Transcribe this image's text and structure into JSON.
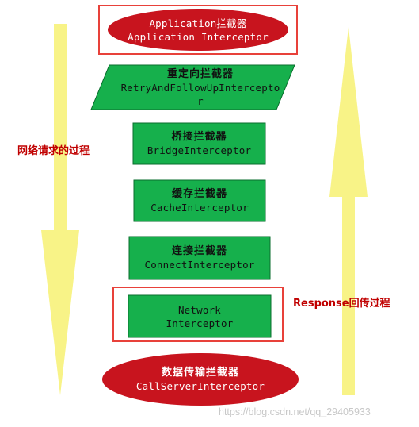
{
  "colors": {
    "green": "#16b04c",
    "green_border": "#0a6e2e",
    "crimson": "#c8141e",
    "highlight_frame": "#e8413a",
    "arrow_fill": "#f7f27a",
    "label_red": "#c00000"
  },
  "labels": {
    "request": "网络请求的过程",
    "response": "Response回传过程"
  },
  "nodes": {
    "application": {
      "cn": "Application拦截器",
      "en": "Application Interceptor"
    },
    "retry": {
      "cn": "重定向拦截器",
      "en_line1": "RetryAndFollowUpIntercepto",
      "en_line2": "r"
    },
    "bridge": {
      "cn": "桥接拦截器",
      "en": "BridgeInterceptor"
    },
    "cache": {
      "cn": "缓存拦截器",
      "en": "CacheInterceptor"
    },
    "connect": {
      "cn": "连接拦截器",
      "en": "ConnectInterceptor"
    },
    "network": {
      "line1": "Network",
      "line2": "Interceptor"
    },
    "callserver": {
      "cn": "数据传输拦截器",
      "en": "CallServerInterceptor"
    }
  },
  "watermark": "https://blog.csdn.net/qq_29405933"
}
